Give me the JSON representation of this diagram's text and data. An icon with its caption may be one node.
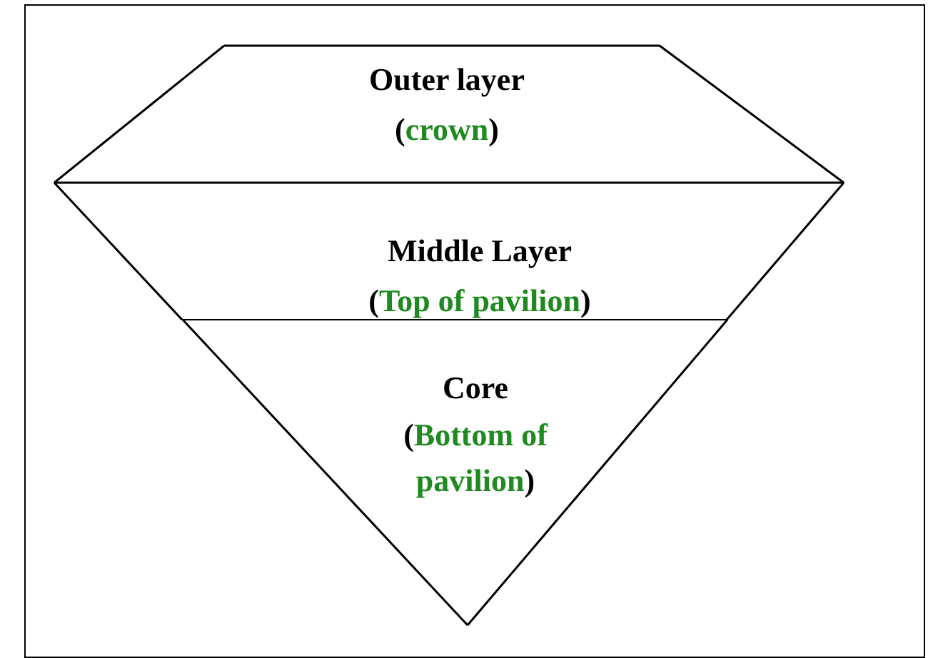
{
  "diagram": {
    "nodes": [
      {
        "text": [
          "Outer layer",
          "(**crown**)"
        ]
      },
      {
        "text": [
          "Middle Layer",
          "(**Top of pavilion**)"
        ]
      },
      {
        "text": [
          "Core",
          "(**Bottom of pavilion**)"
        ]
      }
    ]
  }
}
